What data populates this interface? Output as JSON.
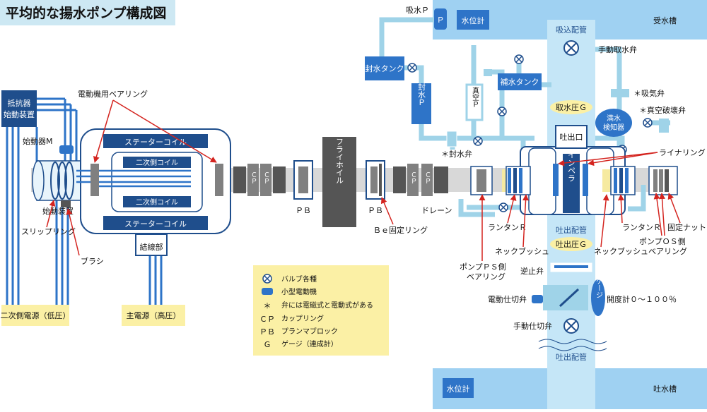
{
  "title": "平均的な揚水ポンプ構成図",
  "labels": {
    "resistor": [
      "抵抗器",
      "始動装置"
    ],
    "starter_m": "始動器M",
    "starter_dev": "始動装置",
    "slip_ring": "スリップリング",
    "brush": "ブラシ",
    "motor_bearing": "電動機用ベアリング",
    "stator_coil": "ステーターコイル",
    "secondary_coil": "二次側コイル",
    "connection": "結線部",
    "secondary_power": "二次側電源（低圧）",
    "main_power": "主電源（高圧）",
    "cp": "ＣＰ",
    "pb": "ＰＢ",
    "flywheel": "フライホイル",
    "be_ring": "Ｂｅ固定リング",
    "drain": "ドレーン",
    "seal_tank": "封水タンク",
    "seal_pump": "封水Ｐ",
    "seal_valve": "＊封水弁",
    "suction_p": "吸水Ｐ",
    "p": "Ｐ",
    "water_gauge_top": "水位計",
    "receiving_tank": "受水槽",
    "suction_pipe": "吸込配管",
    "manual_intake_valve": "手動取水弁",
    "makeup_tank": "補水タンク",
    "vacuum_p": "真空Ｐ",
    "intake_pressure": "取水圧Ｇ",
    "air_valve": "＊吸気弁",
    "vacuum_break_valve": "＊真空破壊弁",
    "full_detector": [
      "満水",
      "検知器"
    ],
    "outlet": "吐出口",
    "impeller": "インペラ",
    "liner_ring": "ライナリング",
    "lantern_r_left": "ランタンＲ",
    "lantern_r_right": "ランタンＲ",
    "neck_bush_left": "ネックブッシュ",
    "neck_bush_bearing": "ネックブッシュベアリング",
    "pump_ps_bearing": [
      "ポンプＰＳ側",
      "ベアリング"
    ],
    "pump_os": "ポンプＯＳ側",
    "fixed_nut": "固定ナット",
    "discharge_pipe_mid": "吐出配管",
    "discharge_pressure": "吐出圧Ｇ",
    "check_valve": "逆止弁",
    "motor_valve": "電動仕切弁",
    "gauge": "ゲージ",
    "opening_meter": "開度計０～１００％",
    "manual_gate_valve": "手動仕切弁",
    "discharge_pipe_bottom": "吐出配管",
    "water_gauge_bottom": "水位計",
    "discharge_tank": "吐水槽"
  },
  "legend": [
    {
      "symbol": "⊗",
      "text": "バルブ各種"
    },
    {
      "symbol": "motor",
      "text": "小型電動機"
    },
    {
      "symbol": "＊",
      "text": "弁には電磁式と電動式がある"
    },
    {
      "symbol": "ＣＰ",
      "text": "カップリング"
    },
    {
      "symbol": "ＰＢ",
      "text": "プランマブロック"
    },
    {
      "symbol": "Ｇ",
      "text": "ゲージ（連成計）"
    }
  ],
  "colors": {
    "dark_blue": "#1f4e8c",
    "mid_blue": "#2e74c8",
    "light_blue": "#9fd3e8",
    "sky": "#9fd1f2",
    "yellow": "#f6eaa0",
    "red": "#d4241f",
    "gray": "#808080",
    "shaft": "#d8d8d8"
  }
}
